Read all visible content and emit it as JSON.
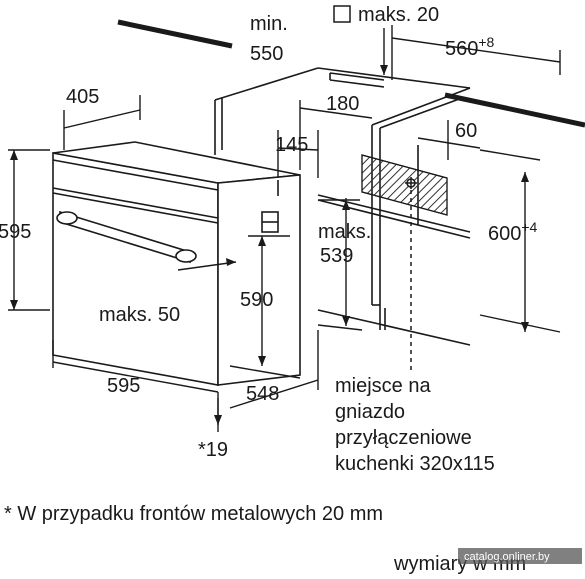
{
  "labels": {
    "min": "min.",
    "min_value": "550",
    "maks20": "maks. 20",
    "width_cutout": "560",
    "width_cutout_tol": "+8",
    "d180": "180",
    "d405": "405",
    "d145": "145",
    "d60": "60",
    "d595_left": "595",
    "maks_539a": "maks.",
    "maks_539b": "539",
    "height_cutout": "600",
    "height_cutout_tol": "+4",
    "d590": "590",
    "maks50": "maks. 50",
    "d595_bottom": "595",
    "d548": "548",
    "star19": "*19",
    "socket_line1": "miejsce na",
    "socket_line2": "gniazdo",
    "socket_line3": "przyłączeniowe",
    "socket_line4": "kuchenki 320x115"
  },
  "footnote": "* W przypadku frontów metalowych 20 mm",
  "units": "wymiary w mm",
  "watermark": "catalog.onliner.by"
}
